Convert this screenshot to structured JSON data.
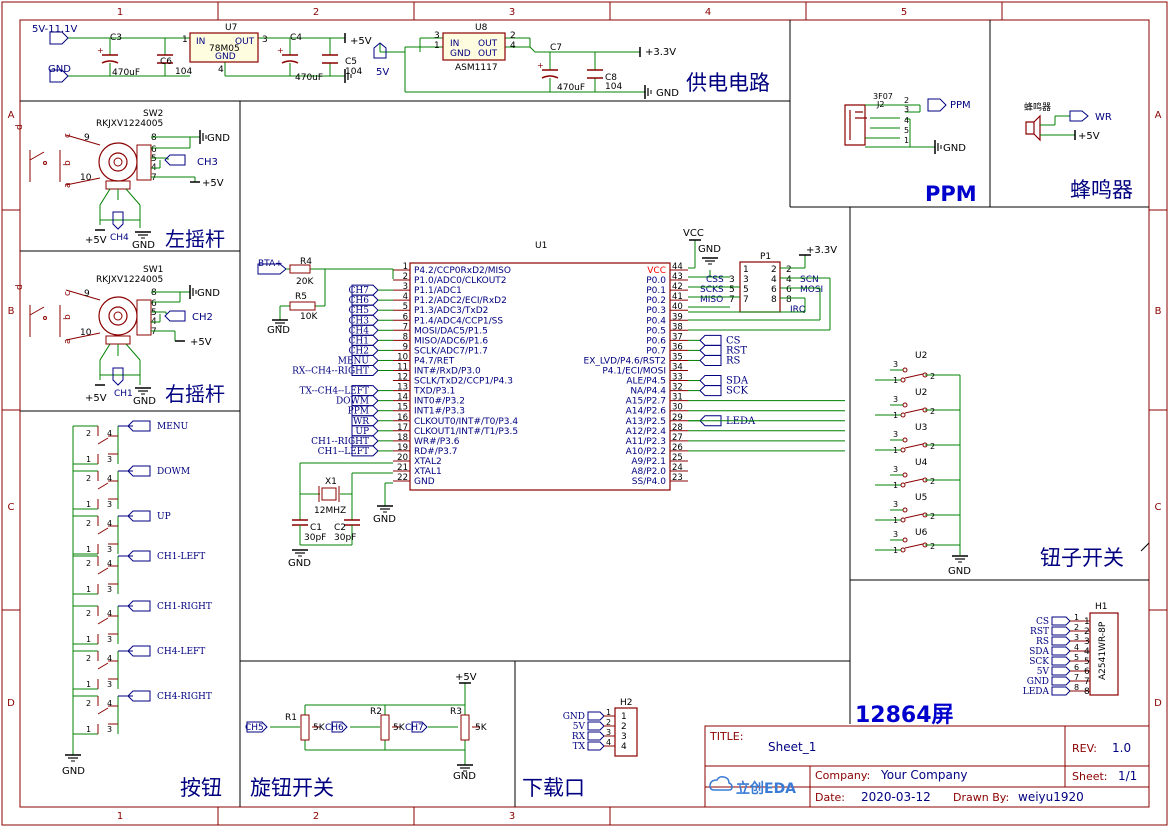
{
  "frame": {
    "col_labels": [
      "1",
      "2",
      "3",
      "4",
      "5"
    ],
    "row_labels": [
      "A",
      "B",
      "C",
      "D"
    ]
  },
  "sections": {
    "power": "供电电路",
    "ppm": "PPM",
    "buzzer": "蜂鸣器",
    "left_stick": "左摇杆",
    "right_stick": "右摇杆",
    "toggles": "钮子开关",
    "lcd": "12864屏",
    "buttons": "按钮",
    "knobs": "旋钮开关",
    "download": "下载口"
  },
  "power": {
    "in_label": "5V-11.1V",
    "gnd_label": "GND",
    "u7": {
      "ref": "U7",
      "part": "78M05",
      "pin_in": "IN",
      "pin_out": "OUT",
      "pin_gnd": "GND",
      "p1": "1",
      "p3": "3",
      "p4": "4"
    },
    "u8": {
      "ref": "U8",
      "part": "ASM1117",
      "pin_in": "IN",
      "pin_out1": "OUT",
      "pin_out2": "OUT",
      "pin_gnd": "GND",
      "p1": "1",
      "p2": "2",
      "p3": "3",
      "p4": "4"
    },
    "c3": {
      "ref": "C3",
      "val": "470uF"
    },
    "c6": {
      "ref": "C6",
      "val": "104"
    },
    "c4": {
      "ref": "C4",
      "val": "470uF"
    },
    "c5": {
      "ref": "C5",
      "val": "104"
    },
    "c7": {
      "ref": "C7",
      "val": "470uF"
    },
    "c8": {
      "ref": "C8",
      "val": "104"
    },
    "plus5v": "+5V",
    "v5": "5V",
    "plus33": "+3.3V",
    "gnd": "GND"
  },
  "ppm": {
    "ref": "J2",
    "part": "3F07",
    "net": "PPM",
    "gnd": "GND",
    "pins": [
      "2",
      "3",
      "4",
      "5",
      "1"
    ]
  },
  "buzzer": {
    "part": "蜂鸣器",
    "net": "WR",
    "plus5v": "+5V"
  },
  "sw2": {
    "ref": "SW2",
    "part": "RKJXV1224005",
    "pins": [
      "9",
      "10",
      "8",
      "6",
      "5",
      "4",
      "7"
    ],
    "abc": [
      "c",
      "b",
      "a"
    ],
    "d": "d",
    "gnd": "GND",
    "net": "CH3",
    "plus5v": "+5V",
    "bottom_net": "CH4",
    "bottom_5v": "+5V",
    "bottom_gnd": "GND"
  },
  "sw1": {
    "ref": "SW1",
    "part": "RKJXV1224005",
    "pins": [
      "9",
      "10",
      "8",
      "6",
      "5",
      "4",
      "7"
    ],
    "abc": [
      "c",
      "b",
      "a"
    ],
    "d": "d",
    "gnd": "GND",
    "net": "CH2",
    "plus5v": "+5V",
    "bottom_net": "CH1",
    "bottom_5v": "+5V",
    "bottom_gnd": "GND"
  },
  "mcu": {
    "ref": "U1",
    "left_pins": [
      {
        "num": "1",
        "name": "P4.2/CCP0RxD2/MISO",
        "net": ""
      },
      {
        "num": "2",
        "name": "P1.0/ADC0/CLKOUT2",
        "net": ""
      },
      {
        "num": "3",
        "name": "P1.1/ADC1",
        "net": "CH7"
      },
      {
        "num": "4",
        "name": "P1.2/ADC2/ECI/RxD2",
        "net": "CH6"
      },
      {
        "num": "5",
        "name": "P1.3/ADC3/TxD2",
        "net": "CH5"
      },
      {
        "num": "6",
        "name": "P1.4/ADC4/CCP1/SS",
        "net": "CH3"
      },
      {
        "num": "7",
        "name": "MOSI/DAC5/P1.5",
        "net": "CH4"
      },
      {
        "num": "8",
        "name": "MISO/ADC6/P1.6",
        "net": "CH1"
      },
      {
        "num": "9",
        "name": "SCLK/ADC7/P1.7",
        "net": "CH2"
      },
      {
        "num": "10",
        "name": "P4.7/RET",
        "net": "MENU"
      },
      {
        "num": "11",
        "name": "INT#/RxD/P3.0",
        "net": "RX--CH4--RIGHT"
      },
      {
        "num": "12",
        "name": "SCLK/TxD2/CCP1/P4.3",
        "net": ""
      },
      {
        "num": "13",
        "name": "TXD/P3.1",
        "net": "TX--CH4--LEFT"
      },
      {
        "num": "14",
        "name": "INT0#/P3.2",
        "net": "DOWM"
      },
      {
        "num": "15",
        "name": "INT1#/P3.3",
        "net": "PPM"
      },
      {
        "num": "16",
        "name": "CLKOUT0/INT#/T0/P3.4",
        "net": "WR"
      },
      {
        "num": "17",
        "name": "CLKOUT1/INT#/T1/P3.5",
        "net": "UP"
      },
      {
        "num": "18",
        "name": "WR#/P3.6",
        "net": "CH1--RIGHT"
      },
      {
        "num": "19",
        "name": "RD#/P3.7",
        "net": "CH1--LEFT"
      },
      {
        "num": "20",
        "name": "XTAL2",
        "net": ""
      },
      {
        "num": "21",
        "name": "XTAL1",
        "net": ""
      },
      {
        "num": "22",
        "name": "GND",
        "net": ""
      }
    ],
    "right_pins": [
      {
        "num": "44",
        "name": "VCC",
        "net": ""
      },
      {
        "num": "43",
        "name": "P0.0",
        "net": ""
      },
      {
        "num": "42",
        "name": "P0.1",
        "net": ""
      },
      {
        "num": "41",
        "name": "P0.2",
        "net": ""
      },
      {
        "num": "40",
        "name": "P0.3",
        "net": ""
      },
      {
        "num": "39",
        "name": "P0.4",
        "net": ""
      },
      {
        "num": "38",
        "name": "P0.5",
        "net": ""
      },
      {
        "num": "37",
        "name": "P0.6",
        "net": "CS"
      },
      {
        "num": "36",
        "name": "P0.7",
        "net": "RST"
      },
      {
        "num": "35",
        "name": "EX_LVD/P4.6/RST2",
        "net": "RS"
      },
      {
        "num": "34",
        "name": "P4.1/ECI/MOSI",
        "net": ""
      },
      {
        "num": "33",
        "name": "ALE/P4.5",
        "net": "SDA"
      },
      {
        "num": "32",
        "name": "NA/P4.4",
        "net": "SCK"
      },
      {
        "num": "31",
        "name": "A15/P2.7",
        "net": ""
      },
      {
        "num": "30",
        "name": "A14/P2.6",
        "net": ""
      },
      {
        "num": "29",
        "name": "A13/P2.5",
        "net": "LEDA"
      },
      {
        "num": "28",
        "name": "A12/P2.4",
        "net": ""
      },
      {
        "num": "27",
        "name": "A11/P2.3",
        "net": ""
      },
      {
        "num": "26",
        "name": "A10/P2.2",
        "net": ""
      },
      {
        "num": "25",
        "name": "A9/P2.1",
        "net": ""
      },
      {
        "num": "24",
        "name": "A8/P2.0",
        "net": ""
      },
      {
        "num": "23",
        "name": "SS/P4.0",
        "net": ""
      }
    ],
    "vcc": "VCC",
    "gnd": "GND",
    "bta": "BTA+",
    "r4": {
      "ref": "R4",
      "val": "20K"
    },
    "r5": {
      "ref": "R5",
      "val": "10K"
    },
    "x1": {
      "ref": "X1",
      "val": "12MHZ"
    },
    "c1": {
      "ref": "C1",
      "val": "30pF"
    },
    "c2": {
      "ref": "C2",
      "val": "30pF"
    }
  },
  "p1": {
    "ref": "P1",
    "pins_left": [
      "1",
      "3",
      "5",
      "7"
    ],
    "pins_right": [
      "2",
      "4",
      "6",
      "8"
    ],
    "nets_left": [
      "CSS",
      "SCKS",
      "MISO"
    ],
    "nets_left_pins": [
      "3",
      "5",
      "7"
    ],
    "nets_right": [
      "SCN",
      "MOSI",
      "IRQ"
    ],
    "plus33": "+3.3V",
    "gnd": "GND"
  },
  "toggles": {
    "refs": [
      "U2",
      "U3",
      "U4",
      "U5",
      "U6"
    ],
    "pins": [
      "1",
      "2",
      "3"
    ],
    "gnd": "GND"
  },
  "lcd": {
    "ref": "H1",
    "part": "A2541WR-8P",
    "nets": [
      "CS",
      "RST",
      "RS",
      "SDA",
      "SCK",
      "5V",
      "GND",
      "LEDA"
    ],
    "pins": [
      "1",
      "2",
      "3",
      "4",
      "5",
      "6",
      "7",
      "8"
    ]
  },
  "buttons": {
    "labels": [
      "MENU",
      "DOWM",
      "UP",
      "CH1-LEFT",
      "CH1-RIGHT",
      "CH4-LEFT",
      "CH4-RIGHT"
    ],
    "gnd": "GND",
    "pins": [
      "1",
      "2",
      "3",
      "4"
    ]
  },
  "knobs": {
    "r1": {
      "ref": "R1",
      "val": "5K",
      "net": "CH5"
    },
    "r2": {
      "ref": "R2",
      "val": "5K",
      "net": "CH6"
    },
    "r3": {
      "ref": "R3",
      "val": "5K",
      "net": "CH7"
    },
    "plus5v": "+5V",
    "gnd": "GND"
  },
  "download": {
    "ref": "H2",
    "nets": [
      "GND",
      "5V",
      "RX",
      "TX"
    ],
    "pins": [
      "1",
      "2",
      "3",
      "4"
    ]
  },
  "title_block": {
    "title_label": "TITLE:",
    "title": "Sheet_1",
    "rev_label": "REV:",
    "rev": "1.0",
    "company_label": "Company:",
    "company": "Your Company",
    "sheet_label": "Sheet:",
    "sheet": "1/1",
    "date_label": "Date:",
    "date": "2020-03-12",
    "drawn_label": "Drawn By:",
    "drawn": "weiyu1920",
    "logo": "立创EDA"
  },
  "colors": {
    "wire": "#008000",
    "part": "#8b0000",
    "net": "#000080",
    "frame": "#8b0000",
    "text": "#000000",
    "vcc": "#ff0000"
  }
}
